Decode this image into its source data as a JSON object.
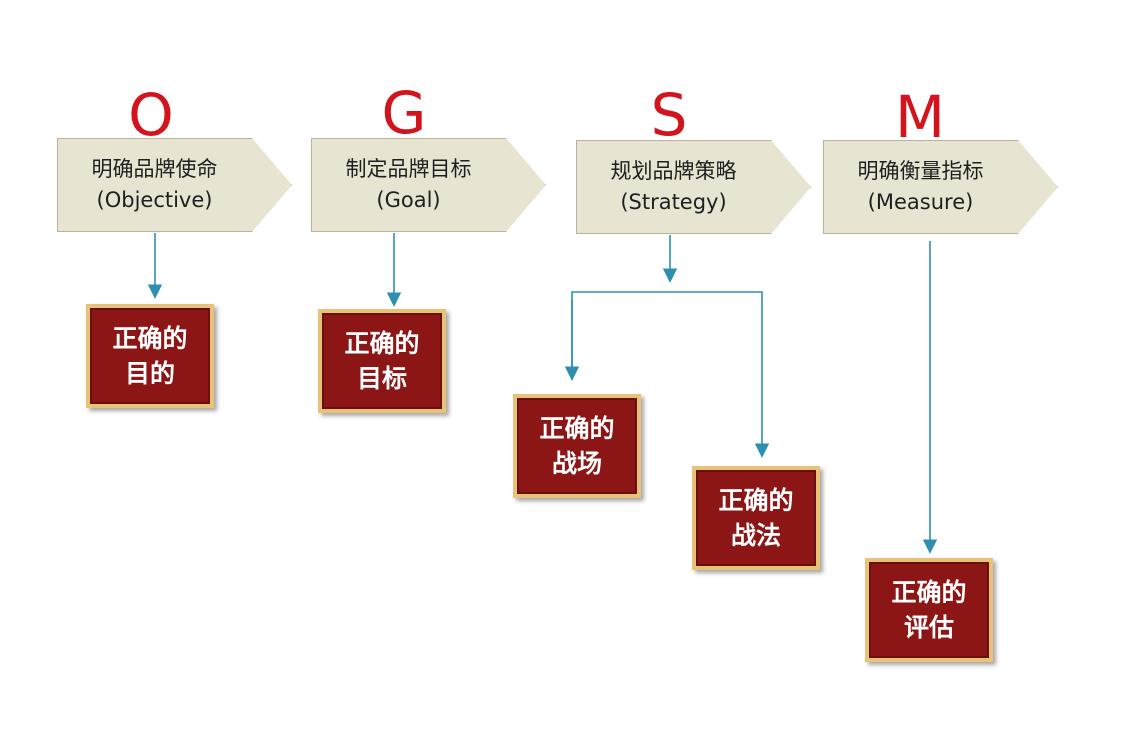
{
  "columns": [
    {
      "letter": "O",
      "title": "明确品牌使命",
      "subtitle": "(Objective)"
    },
    {
      "letter": "G",
      "title": "制定品牌目标",
      "subtitle": "(Goal)"
    },
    {
      "letter": "S",
      "title": "规划品牌策略",
      "subtitle": "(Strategy)"
    },
    {
      "letter": "M",
      "title": "明确衡量指标",
      "subtitle": "(Measure)"
    }
  ],
  "boxes": [
    {
      "line1": "正确的",
      "line2": "目的"
    },
    {
      "line1": "正确的",
      "line2": "目标"
    },
    {
      "line1": "正确的",
      "line2": "战场"
    },
    {
      "line1": "正确的",
      "line2": "战法"
    },
    {
      "line1": "正确的",
      "line2": "评估"
    }
  ],
  "colors": {
    "letter": "#d4141c",
    "chevron_fill": "#e8e4d2",
    "box_fill": "#8c1515",
    "box_border": "#e9c27a",
    "connector": "#2e8fb0"
  }
}
